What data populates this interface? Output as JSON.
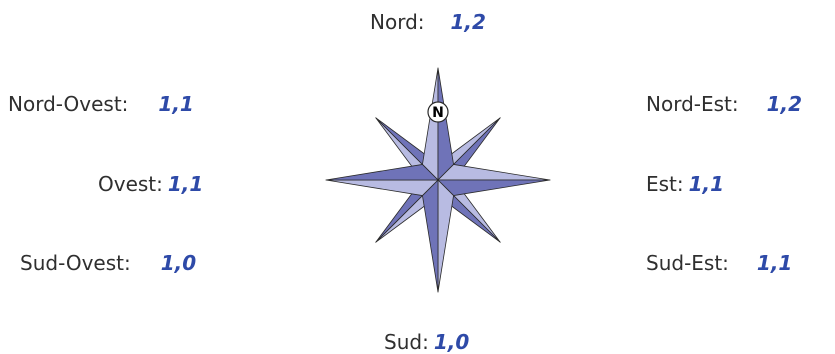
{
  "directions": {
    "north": {
      "label": "Nord:",
      "value": "1,2"
    },
    "north_west": {
      "label": "Nord-Ovest:",
      "value": "1,1"
    },
    "north_east": {
      "label": "Nord-Est:",
      "value": "1,2"
    },
    "west": {
      "label": "Ovest:",
      "value": "1,1"
    },
    "east": {
      "label": "Est:",
      "value": "1,1"
    },
    "south_west": {
      "label": "Sud-Ovest:",
      "value": "1,0"
    },
    "south_east": {
      "label": "Sud-Est:",
      "value": "1,1"
    },
    "south": {
      "label": "Sud:",
      "value": "1,0"
    }
  },
  "compass": {
    "north_marker": "N",
    "colors": {
      "dark": "#6f73b8",
      "light": "#b8bbe2",
      "outline": "#2a2a2a",
      "value_text": "#2e4aa8"
    }
  }
}
